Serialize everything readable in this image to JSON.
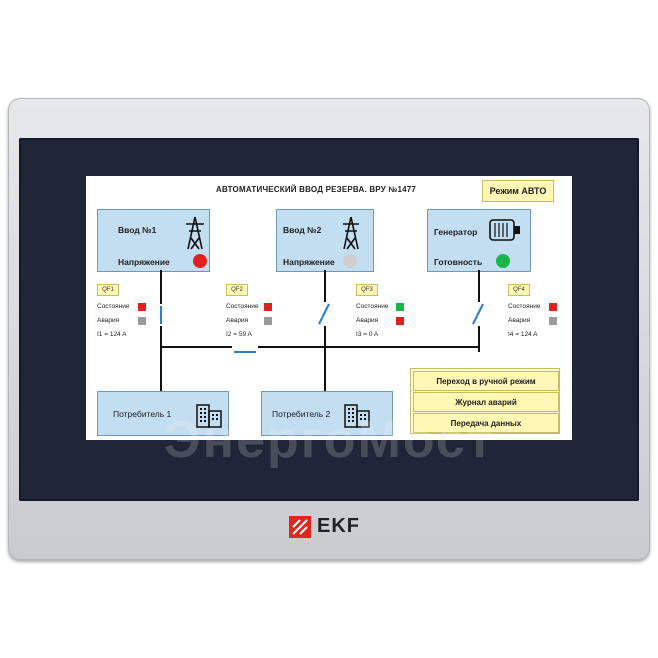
{
  "screen": {
    "title": "АВТОМАТИЧЕСКИЙ ВВОД РЕЗЕРВА. ВРУ №1477",
    "mode_button": "Режим АВТО"
  },
  "sources": [
    {
      "name": "Ввод №1",
      "status_label": "Напряжение",
      "lamp_color": "#e0211f",
      "icon": "power-tower-icon"
    },
    {
      "name": "Ввод №2",
      "status_label": "Напряжение",
      "lamp_color": "#cfcfcf",
      "icon": "power-tower-icon"
    },
    {
      "name": "Генератор",
      "status_label": "Готовность",
      "lamp_color": "#1bb54a",
      "icon": "generator-icon"
    }
  ],
  "breakers": [
    {
      "tag": "QF1",
      "state_label": "Состояние",
      "alarm_label": "Авария",
      "current": "I1 = 124 A",
      "state_color": "#e0211f",
      "alarm_color": "#9a9a9a"
    },
    {
      "tag": "QF2",
      "state_label": "Состояние",
      "alarm_label": "Авария",
      "current": "I2 = 59 A",
      "state_color": "#e0211f",
      "alarm_color": "#9a9a9a"
    },
    {
      "tag": "QF3",
      "state_label": "Состояние",
      "alarm_label": "Авария",
      "current": "I3 = 0 A",
      "state_color": "#1bb54a",
      "alarm_color": "#e0211f"
    },
    {
      "tag": "QF4",
      "state_label": "Состояние",
      "alarm_label": "Авария",
      "current": "I4 = 124 A",
      "state_color": "#e0211f",
      "alarm_color": "#9a9a9a"
    }
  ],
  "consumers": [
    {
      "name": "Потребитель 1",
      "icon": "building-icon"
    },
    {
      "name": "Потребитель 2",
      "icon": "building-icon"
    }
  ],
  "menu": {
    "manual_mode": "Переход в ручной режим",
    "alarm_log": "Журнал аварий",
    "data_transfer": "Передача данных"
  },
  "brand": {
    "logo_text": "EKF",
    "accent": "#e2261c"
  },
  "watermark": "ЭнергоМост"
}
